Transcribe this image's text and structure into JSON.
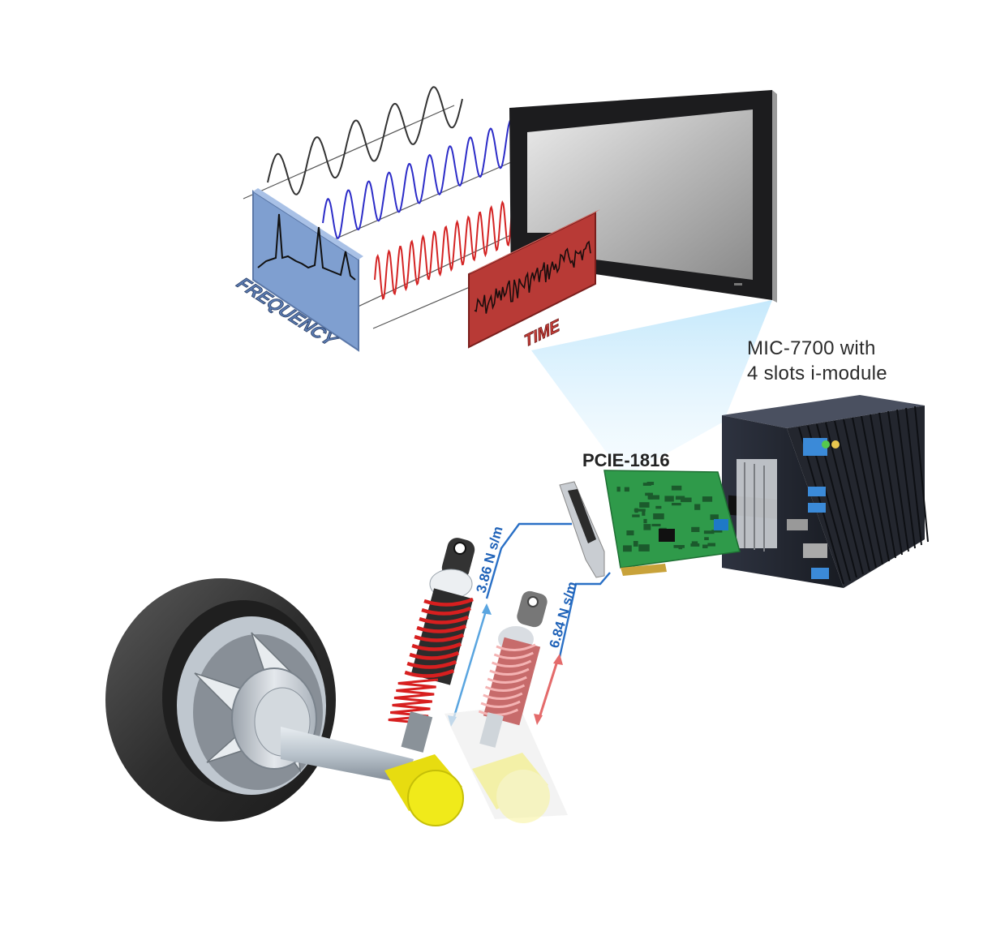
{
  "labels": {
    "frequency": "FREQUENCY",
    "time": "TIME",
    "mic_line1": "MIC-7700 with",
    "mic_line2": "4 slots i-module",
    "pcie": "PCIE-1816",
    "damping_1": "3.86 N s/m",
    "damping_2": "6.84 N s/m"
  },
  "colors": {
    "frequency_panel": "#7f9fd0",
    "time_panel": "#b83a36",
    "wave_black": "#333333",
    "wave_blue": "#2c2cc8",
    "wave_red": "#d42424",
    "connector_line": "#2a70c6",
    "damping_text": "#1f62b8",
    "yellow_sensor": "#f0ea1a",
    "pcb_green": "#2f9a4a"
  },
  "icons": {
    "monitor": "panel-pc-icon",
    "computer": "fanless-box-pc-icon",
    "card": "pcie-card-icon",
    "wheel": "wheel-icon",
    "shock_1": "shock-absorber-icon",
    "shock_2": "shock-absorber-ghost-icon"
  }
}
